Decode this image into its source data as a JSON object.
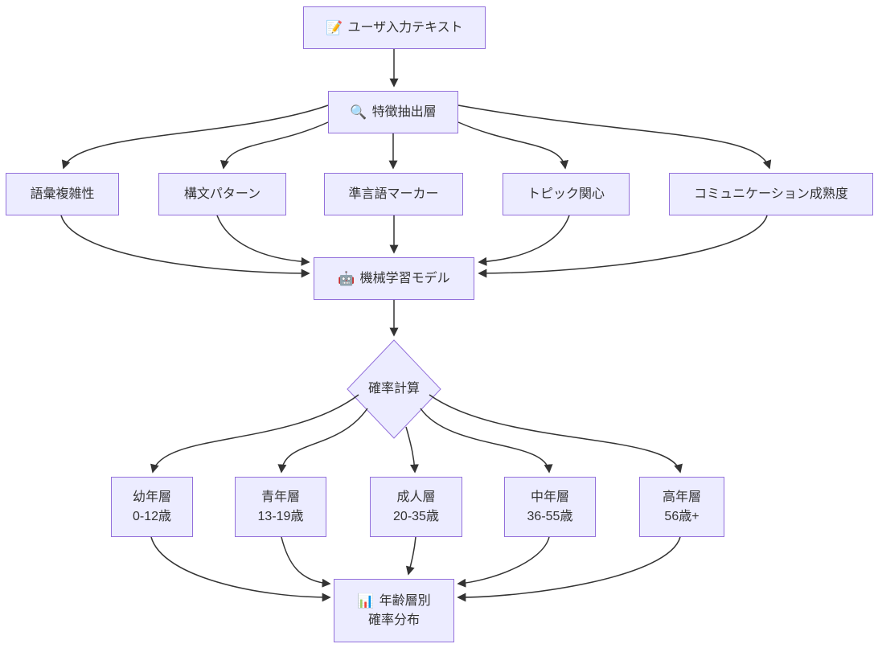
{
  "diagram": {
    "colors": {
      "node_fill": "#ECECFF",
      "node_border": "#9370DB",
      "edge": "#333333",
      "text": "#333333",
      "background": "#ffffff"
    },
    "nodes": {
      "input": {
        "emoji": "📝",
        "label": "ユーザ入力テキスト"
      },
      "feature": {
        "emoji": "🔍",
        "label": "特徴抽出層"
      },
      "vocab": {
        "label": "語彙複雑性"
      },
      "syntax": {
        "label": "構文パターン"
      },
      "paraling": {
        "label": "準言語マーカー"
      },
      "topic": {
        "label": "トピック関心"
      },
      "maturity": {
        "label": "コミュニケーション成熟度"
      },
      "ml": {
        "emoji": "🤖",
        "label": "機械学習モデル"
      },
      "prob": {
        "label": "確率計算",
        "shape": "diamond"
      },
      "child": {
        "label": "幼年層",
        "sub": "0-12歳"
      },
      "teen": {
        "label": "青年層",
        "sub": "13-19歳"
      },
      "adult": {
        "label": "成人層",
        "sub": "20-35歳"
      },
      "middle": {
        "label": "中年層",
        "sub": "36-55歳"
      },
      "senior": {
        "label": "高年層",
        "sub": "56歳+"
      },
      "output": {
        "emoji": "📊",
        "label": "年齢層別",
        "sub": "確率分布"
      }
    },
    "edges": [
      {
        "from": "input",
        "to": "feature"
      },
      {
        "from": "feature",
        "to": "vocab"
      },
      {
        "from": "feature",
        "to": "syntax"
      },
      {
        "from": "feature",
        "to": "paraling"
      },
      {
        "from": "feature",
        "to": "topic"
      },
      {
        "from": "feature",
        "to": "maturity"
      },
      {
        "from": "vocab",
        "to": "ml"
      },
      {
        "from": "syntax",
        "to": "ml"
      },
      {
        "from": "paraling",
        "to": "ml"
      },
      {
        "from": "topic",
        "to": "ml"
      },
      {
        "from": "maturity",
        "to": "ml"
      },
      {
        "from": "ml",
        "to": "prob"
      },
      {
        "from": "prob",
        "to": "child"
      },
      {
        "from": "prob",
        "to": "teen"
      },
      {
        "from": "prob",
        "to": "adult"
      },
      {
        "from": "prob",
        "to": "middle"
      },
      {
        "from": "prob",
        "to": "senior"
      },
      {
        "from": "child",
        "to": "output"
      },
      {
        "from": "teen",
        "to": "output"
      },
      {
        "from": "adult",
        "to": "output"
      },
      {
        "from": "middle",
        "to": "output"
      },
      {
        "from": "senior",
        "to": "output"
      }
    ]
  }
}
